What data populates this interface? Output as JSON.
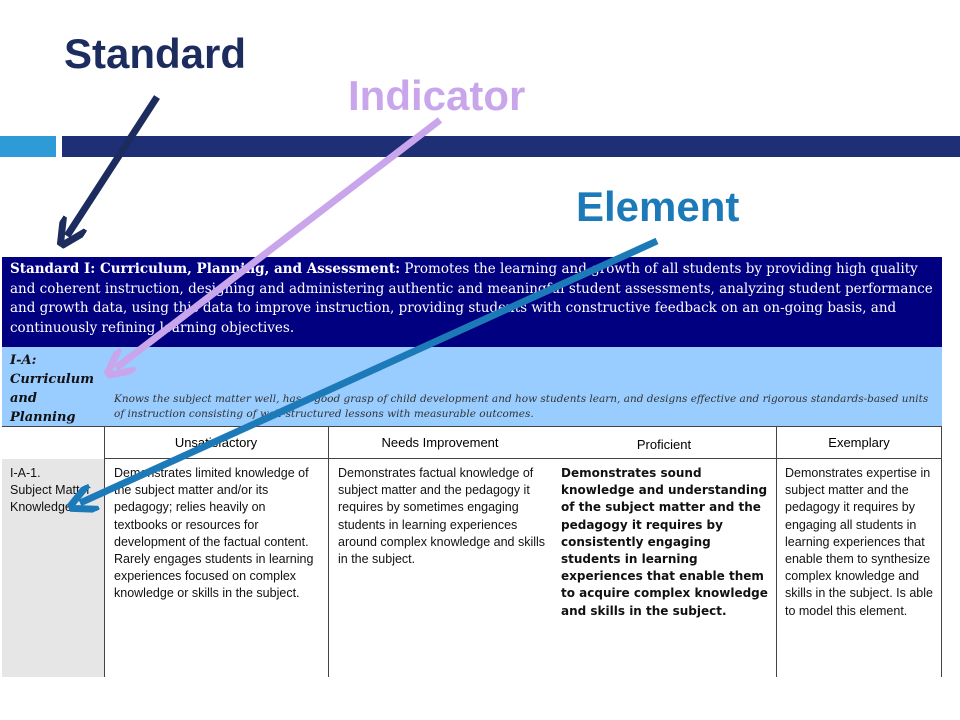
{
  "labels": {
    "standard": "Standard",
    "indicator": "Indicator",
    "element": "Element"
  },
  "rubric": {
    "standard_title": "Standard I:  Curriculum, Planning, and Assessment:",
    "standard_text": " Promotes the learning and growth of all students by providing high quality and coherent instruction, designing and administering authentic and meaningful student assessments, analyzing student performance and growth data, using this data to improve instruction, providing students with constructive feedback on an on-going basis, and continuously refining learning objectives.",
    "indicator_label": "I-A: Curriculum and Planning",
    "indicator_desc": "Knows the subject matter well, has a good grasp of child development and how students learn, and designs effective and rigorous standards-based units of instruction consisting of well-structured lessons with measurable outcomes.",
    "columns": [
      "Unsatisfactory",
      "Needs Improvement",
      "Proficient",
      "Exemplary"
    ],
    "element_label": "I-A-1.\nSubject Matter Knowledge",
    "cells": [
      "Demonstrates limited knowledge of the subject matter and/or its pedagogy; relies heavily on textbooks or resources for development of the factual content. Rarely engages students in learning experiences focused on complex knowledge or skills in the subject.",
      "Demonstrates factual knowledge of subject matter and the pedagogy it requires by sometimes engaging students in learning experiences around complex knowledge and skills in the subject.",
      "Demonstrates sound knowledge and understanding of the subject matter and the pedagogy it requires by consistently engaging students in learning experiences that enable them to acquire complex knowledge and skills in the subject.",
      "Demonstrates expertise in subject matter and the pedagogy it requires by engaging all students in learning experiences that enable them to synthesize complex knowledge and skills in the subject. Is able to model this element."
    ]
  },
  "colors": {
    "standard_arrow": "#1d2c5e",
    "indicator_arrow": "#c9a6ec",
    "element_arrow": "#1d7ab8"
  }
}
